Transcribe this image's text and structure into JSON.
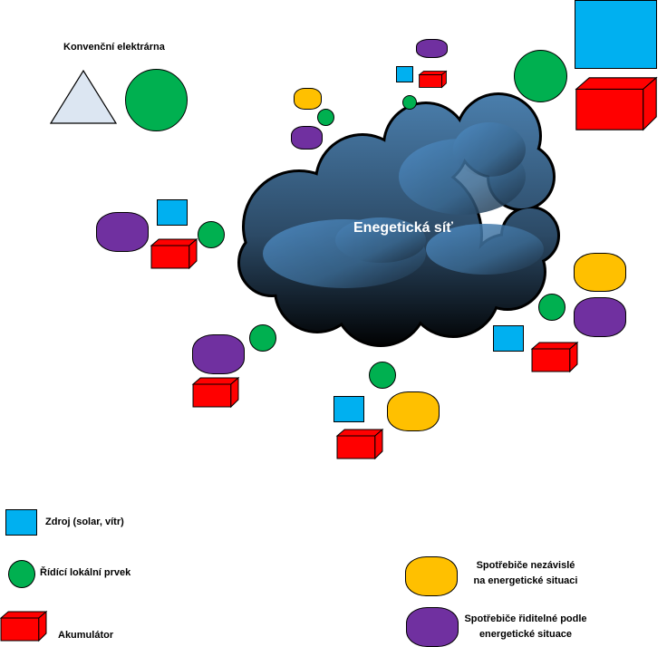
{
  "title": "Enegetická síť",
  "power_plant_label": "Konvenční elektrárna",
  "legend": {
    "source": "Zdroj (solar, vítr)",
    "controller": "Řídící lokální prvek",
    "accumulator": "Akumulátor",
    "independent_consumers": [
      "Spotřebiče nezávislé",
      "na energetické situaci"
    ],
    "controllable_consumers": [
      "Spotřebiče řiditelné podle",
      "energetické situace"
    ]
  },
  "colors": {
    "source": "#00b0f0",
    "controller": "#00b050",
    "accumulator": "#ff0000",
    "independent": "#ffc000",
    "controllable": "#7030a0",
    "cloud_top": "#4a7eac",
    "cloud_bottom": "#000000"
  }
}
